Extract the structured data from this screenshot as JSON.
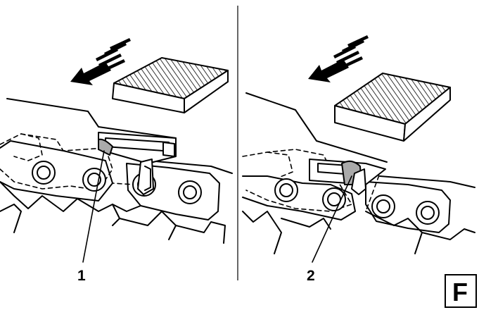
{
  "panels": [
    {
      "callout": "1"
    },
    {
      "callout": "2"
    }
  ],
  "figure_label": "F"
}
